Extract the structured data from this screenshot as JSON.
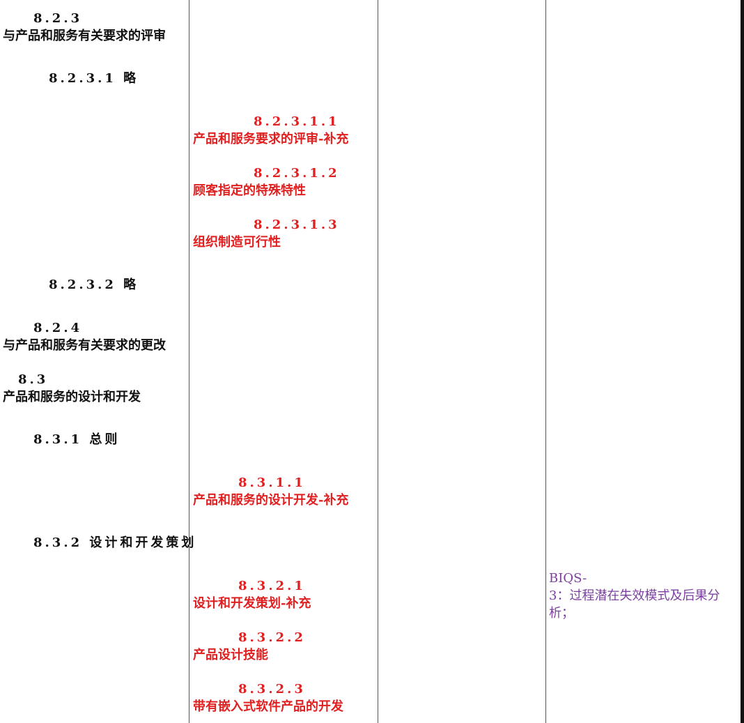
{
  "column1": {
    "i823_num": "8.2.3",
    "i823_title": "与产品和服务有关要求的评审",
    "i8231": "8.2.3.1 略",
    "i8232": "8.2.3.2 略",
    "i824_num": "8.2.4",
    "i824_title": "与产品和服务有关要求的更改",
    "i83_num": "8.3",
    "i83_title": "产品和服务的设计和开发",
    "i831": "8.3.1 总则",
    "i832": "8.3.2 设计和开发策划"
  },
  "column2": {
    "i82311_num": "8.2.3.1.1",
    "i82311_title": "产品和服务要求的评审-补充",
    "i82312_num": "8.2.3.1.2",
    "i82312_title": "顾客指定的特殊特性",
    "i82313_num": "8.2.3.1.3",
    "i82313_title": "组织制造可行性",
    "i8311_num": "8.3.1.1",
    "i8311_title": "产品和服务的设计开发-补充",
    "i8321_num": "8.3.2.1",
    "i8321_title": "设计和开发策划-补充",
    "i8322_num": "8.3.2.2",
    "i8322_title": "产品设计技能",
    "i8323_num": "8.3.2.3",
    "i8323_title": "带有嵌入式软件产品的开发"
  },
  "column4": {
    "biqs_line1": "BIQS-",
    "biqs_line2": "3：过程潜在失效模式及后果分",
    "biqs_line3": "析；"
  },
  "colors": {
    "requirement_red": "#e02020",
    "biqs_purple": "#7b3fa0"
  }
}
